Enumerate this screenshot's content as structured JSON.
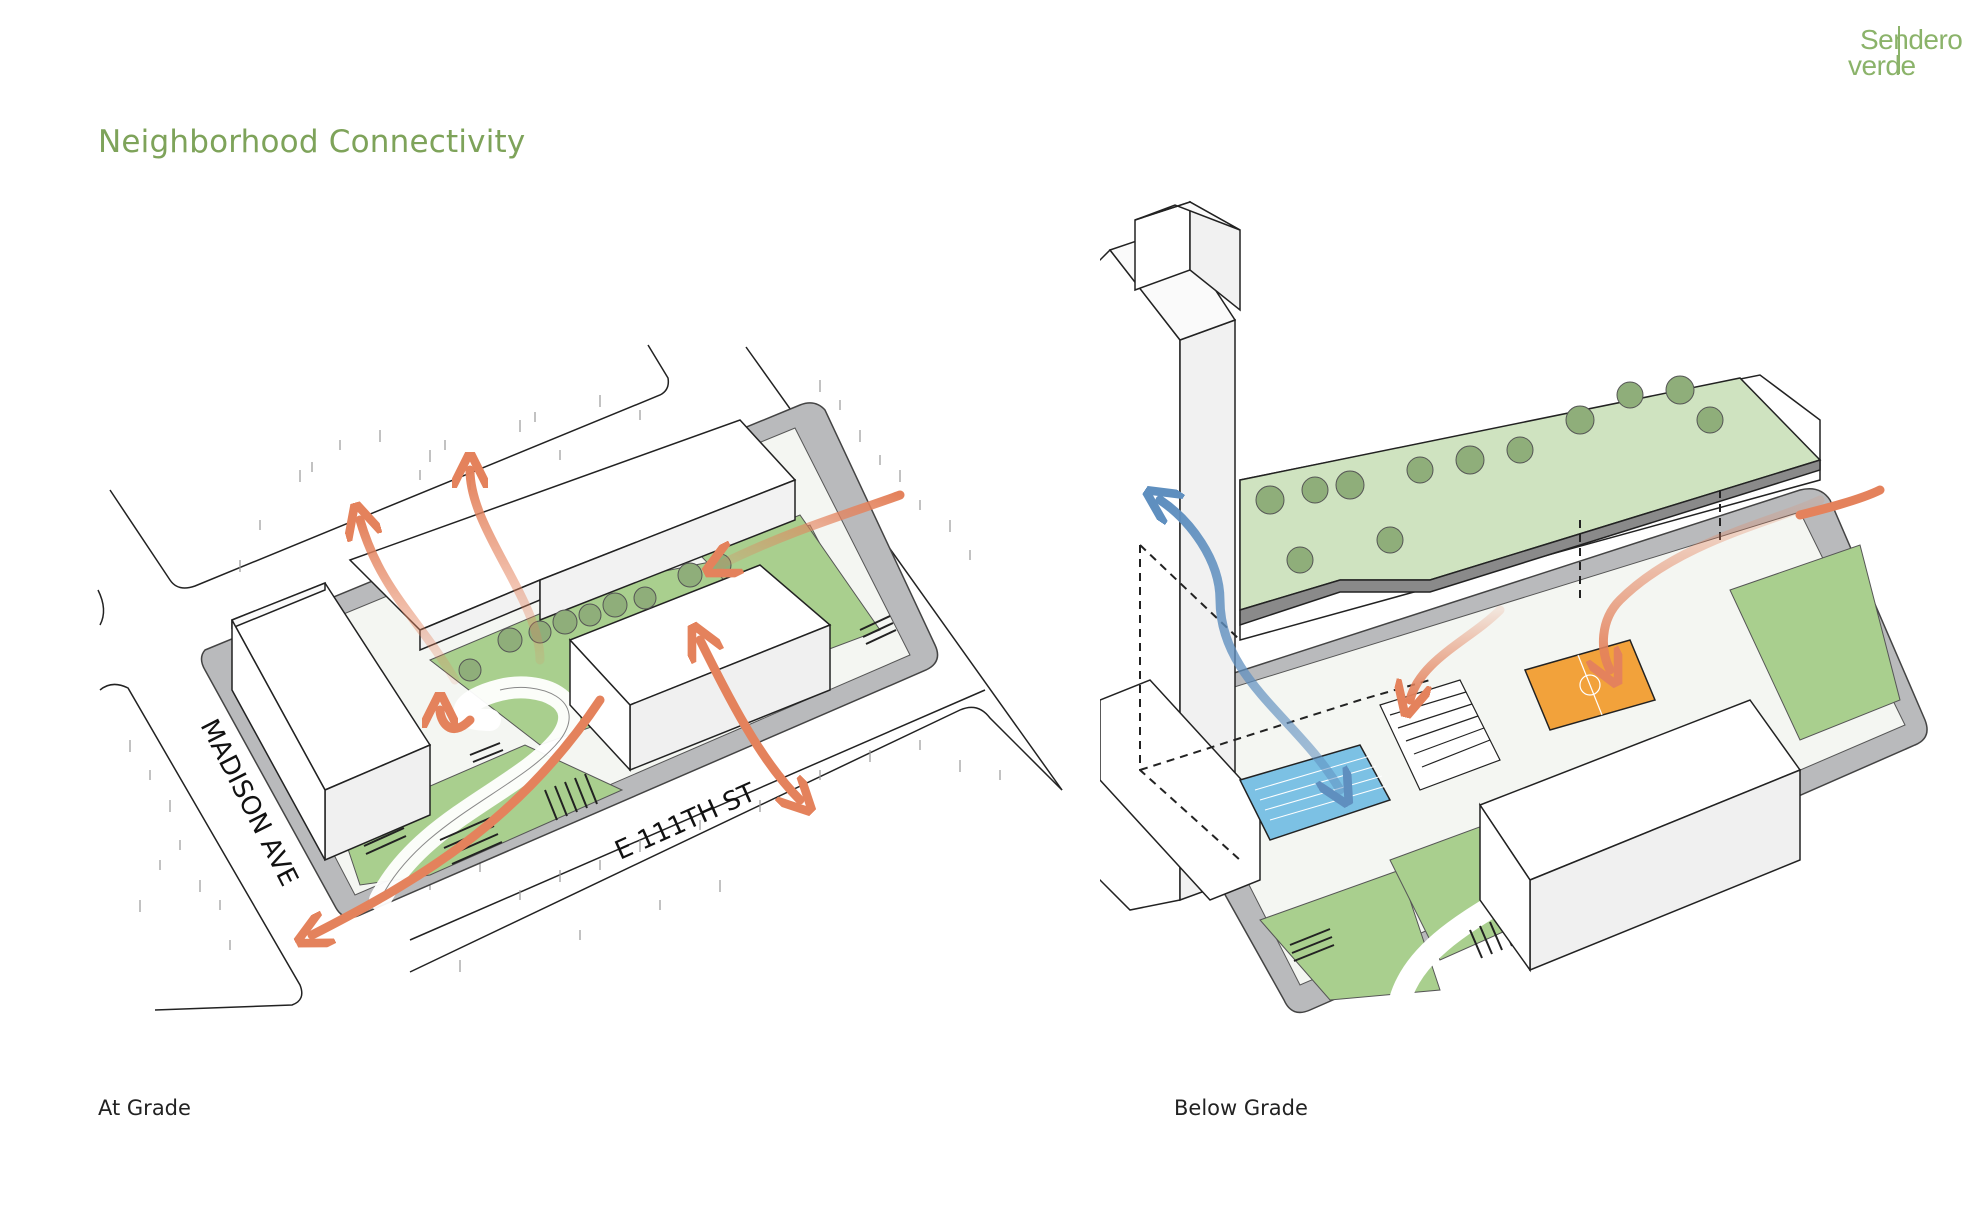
{
  "title": "Neighborhood Connectivity",
  "logo": {
    "line1": "Sendero",
    "line2": "verde"
  },
  "captions": {
    "left": "At Grade",
    "right": "Below Grade"
  },
  "streets": {
    "madison": "MADISON AVE",
    "e111": "E 111TH ST"
  },
  "colors": {
    "accent_green": "#7ea35a",
    "park_green": "#a9cf8e",
    "sidewalk_gray": "#b9babc",
    "arrow_orange": "#e4825c",
    "arrow_blue": "#5f8fbf",
    "pool_blue": "#7cc1e4",
    "court_orange": "#f2a23b"
  },
  "icons": [
    "tree-icon",
    "bench-icon",
    "stairs-icon",
    "pool-icon",
    "basketball-court-icon",
    "movement-arrow-icon"
  ]
}
